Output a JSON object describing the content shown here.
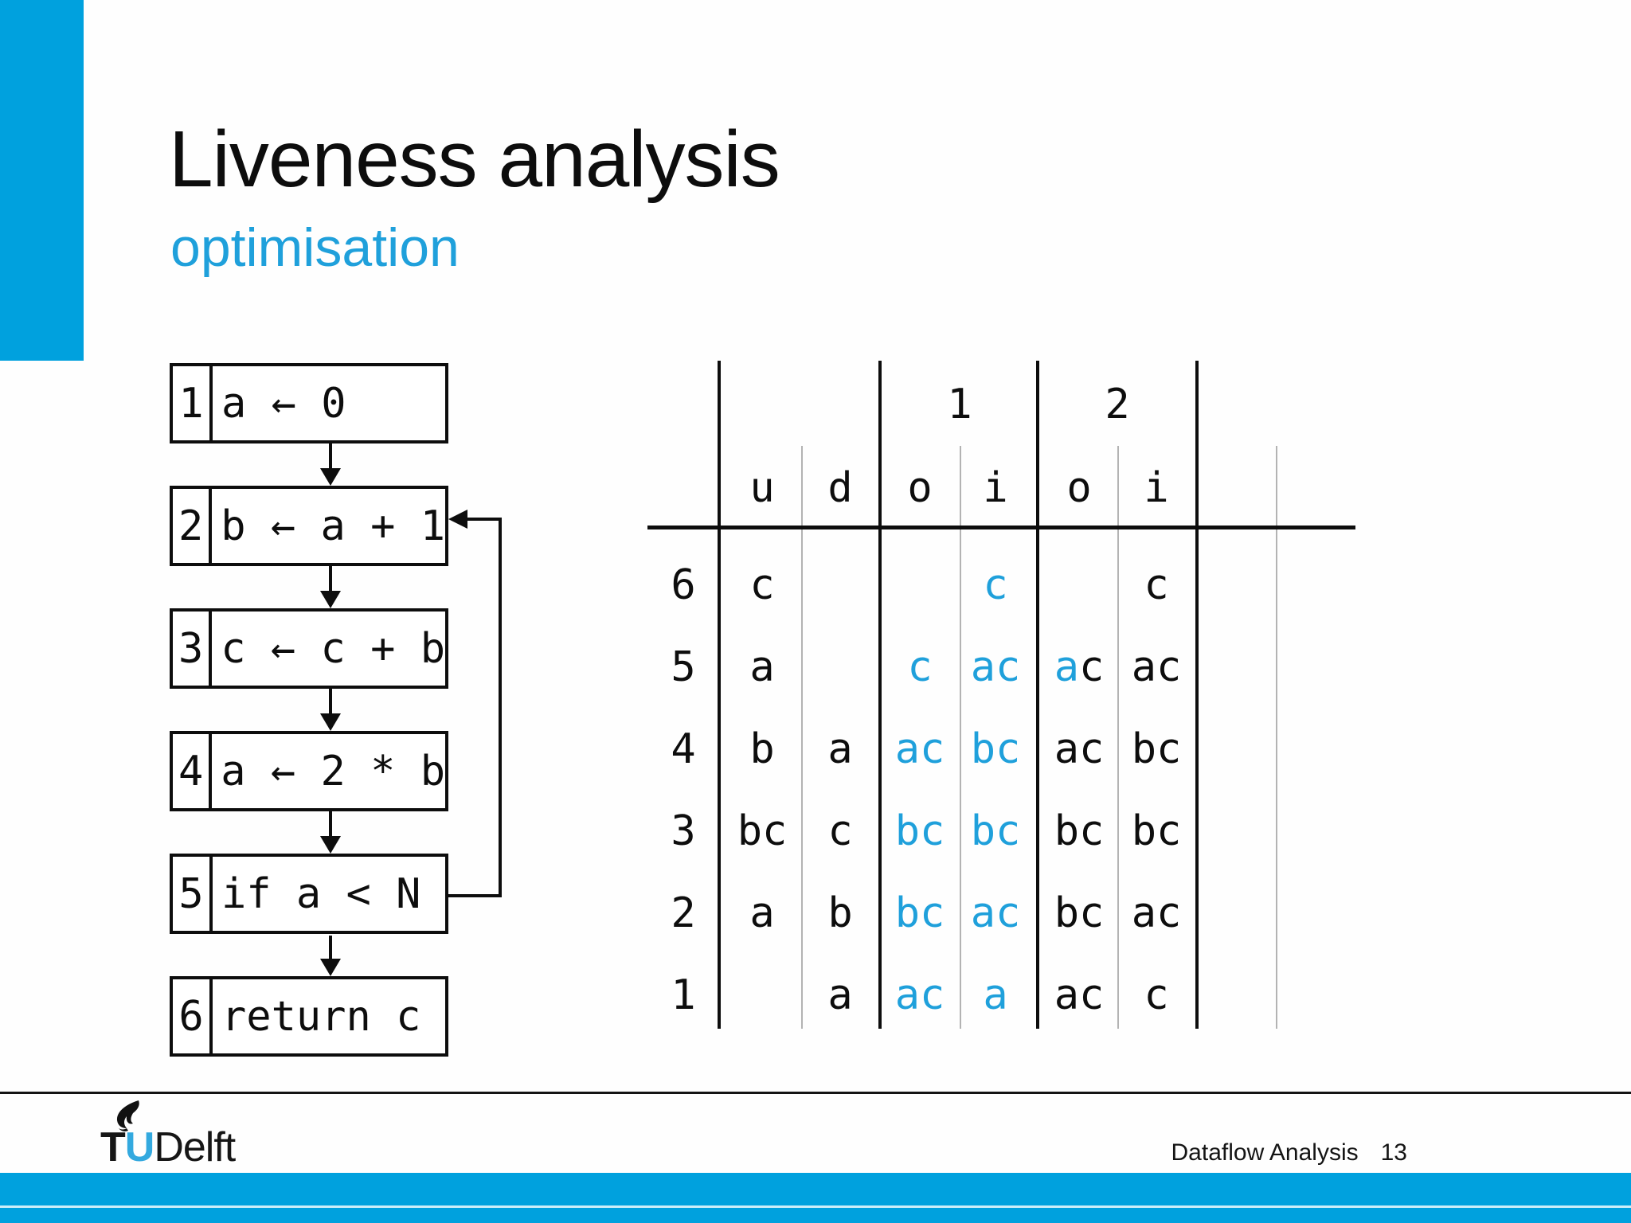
{
  "slide": {
    "title": "Liveness analysis",
    "subtitle": "optimisation"
  },
  "colors": {
    "accent_blue": "#1FA0DB",
    "bar_blue": "#00A1DE"
  },
  "flowchart": {
    "nodes": [
      {
        "num": "1",
        "code": "a ← 0"
      },
      {
        "num": "2",
        "code": "b ← a + 1"
      },
      {
        "num": "3",
        "code": "c ← c + b"
      },
      {
        "num": "4",
        "code": "a ← 2 * b"
      },
      {
        "num": "5",
        "code": "if a < N"
      },
      {
        "num": "6",
        "code": "return c"
      }
    ],
    "back_edge": {
      "from": "5",
      "to": "2"
    }
  },
  "table": {
    "iteration_headers": [
      "1",
      "2"
    ],
    "column_headers": [
      "u",
      "d",
      "o",
      "i",
      "o",
      "i"
    ],
    "rows": [
      {
        "label": "6",
        "cells": [
          [
            {
              "t": "c",
              "c": "k"
            }
          ],
          [],
          [],
          [
            {
              "t": "c",
              "c": "b"
            }
          ],
          [],
          [
            {
              "t": "c",
              "c": "k"
            }
          ]
        ]
      },
      {
        "label": "5",
        "cells": [
          [
            {
              "t": "a",
              "c": "k"
            }
          ],
          [],
          [
            {
              "t": "c",
              "c": "b"
            }
          ],
          [
            {
              "t": "ac",
              "c": "b"
            }
          ],
          [
            {
              "t": "a",
              "c": "b"
            },
            {
              "t": "c",
              "c": "k"
            }
          ],
          [
            {
              "t": "ac",
              "c": "k"
            }
          ]
        ]
      },
      {
        "label": "4",
        "cells": [
          [
            {
              "t": "b",
              "c": "k"
            }
          ],
          [
            {
              "t": "a",
              "c": "k"
            }
          ],
          [
            {
              "t": "ac",
              "c": "b"
            }
          ],
          [
            {
              "t": "bc",
              "c": "b"
            }
          ],
          [
            {
              "t": "ac",
              "c": "k"
            }
          ],
          [
            {
              "t": "bc",
              "c": "k"
            }
          ]
        ]
      },
      {
        "label": "3",
        "cells": [
          [
            {
              "t": "bc",
              "c": "k"
            }
          ],
          [
            {
              "t": "c",
              "c": "k"
            }
          ],
          [
            {
              "t": "bc",
              "c": "b"
            }
          ],
          [
            {
              "t": "bc",
              "c": "b"
            }
          ],
          [
            {
              "t": "bc",
              "c": "k"
            }
          ],
          [
            {
              "t": "bc",
              "c": "k"
            }
          ]
        ]
      },
      {
        "label": "2",
        "cells": [
          [
            {
              "t": "a",
              "c": "k"
            }
          ],
          [
            {
              "t": "b",
              "c": "k"
            }
          ],
          [
            {
              "t": "bc",
              "c": "b"
            }
          ],
          [
            {
              "t": "ac",
              "c": "b"
            }
          ],
          [
            {
              "t": "bc",
              "c": "k"
            }
          ],
          [
            {
              "t": "ac",
              "c": "k"
            }
          ]
        ]
      },
      {
        "label": "1",
        "cells": [
          [],
          [
            {
              "t": "a",
              "c": "k"
            }
          ],
          [
            {
              "t": "ac",
              "c": "b"
            }
          ],
          [
            {
              "t": "a",
              "c": "b"
            }
          ],
          [
            {
              "t": "ac",
              "c": "k"
            }
          ],
          [
            {
              "t": "c",
              "c": "k"
            }
          ]
        ]
      }
    ]
  },
  "footer": {
    "logo_tu": "TU",
    "logo_delft": "Delft",
    "course": "Dataflow Analysis",
    "page": "13"
  }
}
